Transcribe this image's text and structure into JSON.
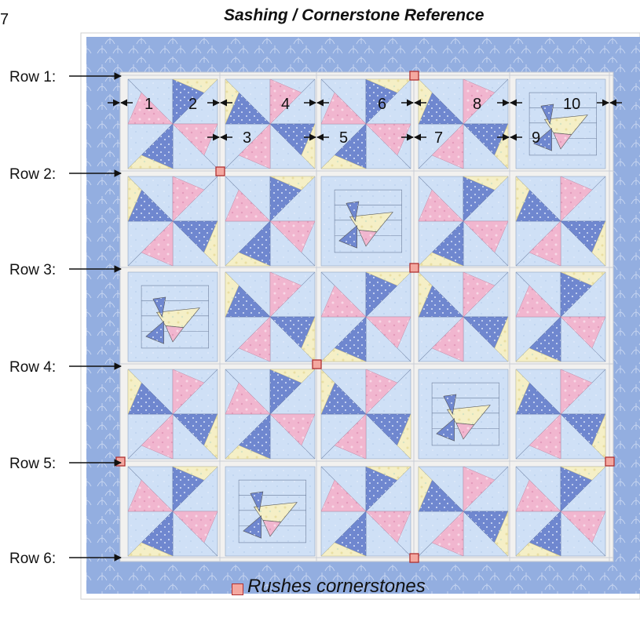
{
  "page_number": "7",
  "title": "Sashing / Cornerstone Reference",
  "row_labels": [
    "Row 1:",
    "Row 2:",
    "Row 3:",
    "Row 4:",
    "Row 5:",
    "Row 6:"
  ],
  "sashing_labels": [
    "1",
    "2",
    "3",
    "4",
    "5",
    "6",
    "7",
    "8",
    "9",
    "10"
  ],
  "legend": {
    "label": "Rushes cornerstones",
    "color": "#f4a8a0"
  },
  "colors": {
    "border_fabric": "#93aee0",
    "sashing": "#f2f1ef",
    "block_background": "#cfe0f6",
    "pink": "#f1b6cf",
    "blue": "#6f87cf",
    "yellow": "#f5efc6",
    "cornerstone": "#f4a8a0"
  },
  "layout": {
    "blocks": [
      [
        "pinwheel",
        "pinwheel",
        "pinwheel",
        "pinwheel",
        "bird"
      ],
      [
        "pinwheel",
        "pinwheel",
        "bird",
        "pinwheel",
        "pinwheel"
      ],
      [
        "bird",
        "pinwheel",
        "pinwheel",
        "pinwheel",
        "pinwheel"
      ],
      [
        "pinwheel",
        "pinwheel",
        "pinwheel",
        "bird",
        "pinwheel"
      ],
      [
        "pinwheel",
        "bird",
        "pinwheel",
        "pinwheel",
        "pinwheel"
      ]
    ],
    "cornerstones": [
      [
        0,
        3
      ],
      [
        1,
        1
      ],
      [
        2,
        3
      ],
      [
        3,
        2
      ],
      [
        4,
        0
      ],
      [
        4,
        5
      ],
      [
        5,
        3
      ]
    ]
  }
}
